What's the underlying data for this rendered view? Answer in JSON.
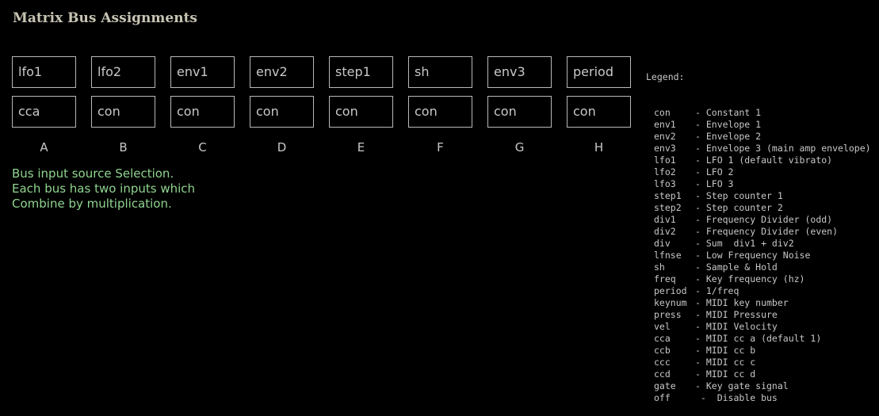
{
  "page_title": "Matrix Bus Assignments",
  "buses": [
    {
      "letter": "A",
      "input1": "lfo1",
      "input2": "cca"
    },
    {
      "letter": "B",
      "input1": "lfo2",
      "input2": "con"
    },
    {
      "letter": "C",
      "input1": "env1",
      "input2": "con"
    },
    {
      "letter": "D",
      "input1": "env2",
      "input2": "con"
    },
    {
      "letter": "E",
      "input1": "step1",
      "input2": "con"
    },
    {
      "letter": "F",
      "input1": "sh",
      "input2": "con"
    },
    {
      "letter": "G",
      "input1": "env3",
      "input2": "con"
    },
    {
      "letter": "H",
      "input1": "period",
      "input2": "con"
    }
  ],
  "description": {
    "line1": "Bus input source Selection.",
    "line2": "Each bus has two inputs which",
    "line3": "Combine by multiplication."
  },
  "legend": {
    "heading": "Legend:",
    "items": [
      {
        "code": "con",
        "desc": "- Constant 1"
      },
      {
        "code": "env1",
        "desc": "- Envelope 1"
      },
      {
        "code": "env2",
        "desc": "- Envelope 2"
      },
      {
        "code": "env3",
        "desc": "- Envelope 3 (main amp envelope)"
      },
      {
        "code": "lfo1",
        "desc": "- LFO 1 (default vibrato)"
      },
      {
        "code": "lfo2",
        "desc": "- LFO 2"
      },
      {
        "code": "lfo3",
        "desc": "- LFO 3"
      },
      {
        "code": "step1",
        "desc": "- Step counter 1"
      },
      {
        "code": "step2",
        "desc": "- Step counter 2"
      },
      {
        "code": "div1",
        "desc": "- Frequency Divider (odd)"
      },
      {
        "code": "div2",
        "desc": "- Frequency Divider (even)"
      },
      {
        "code": "div",
        "desc": "- Sum  div1 + div2"
      },
      {
        "code": "lfnse",
        "desc": "- Low Frequency Noise"
      },
      {
        "code": "sh",
        "desc": "- Sample & Hold"
      },
      {
        "code": "freq",
        "desc": "- Key frequency (hz)"
      },
      {
        "code": "period",
        "desc": "- 1/freq"
      },
      {
        "code": "keynum",
        "desc": "- MIDI key number"
      },
      {
        "code": "press",
        "desc": "- MIDI Pressure"
      },
      {
        "code": "vel",
        "desc": "- MIDI Velocity"
      },
      {
        "code": "cca",
        "desc": "- MIDI cc a (default 1)"
      },
      {
        "code": "ccb",
        "desc": "- MIDI cc b"
      },
      {
        "code": "ccc",
        "desc": "- MIDI cc c"
      },
      {
        "code": "ccd",
        "desc": "- MIDI cc d"
      },
      {
        "code": "gate",
        "desc": "- Key gate signal"
      },
      {
        "code": "off",
        "desc": " -  Disable bus"
      }
    ]
  }
}
